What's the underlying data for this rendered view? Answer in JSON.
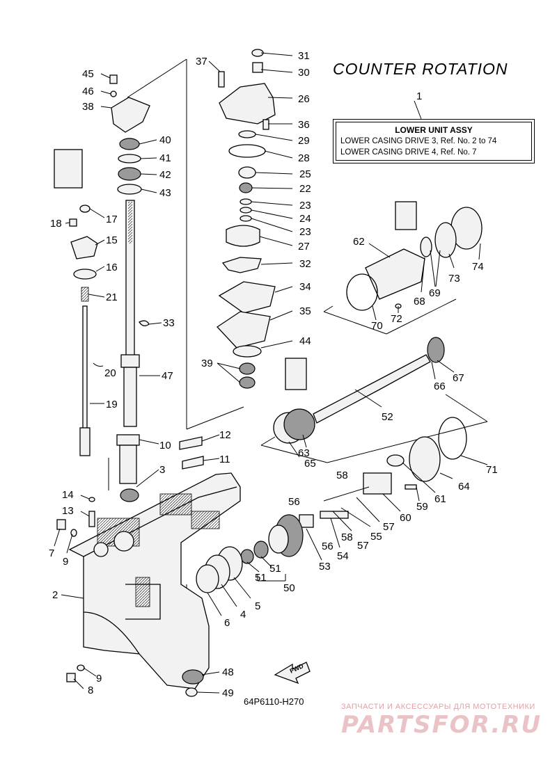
{
  "title": "COUNTER ROTATION",
  "assembly": {
    "ref_number": "1",
    "heading": "LOWER UNIT ASSY",
    "lines": [
      "LOWER CASING DRIVE 3,  Ref. No. 2 to 74",
      "LOWER CASING DRIVE 4,  Ref. No. 7"
    ]
  },
  "drawing_code": "64P6110-H270",
  "fwd_label": "FWD",
  "watermark": {
    "caption": "ЗАПЧАСТИ И АКСЕССУАРЫ ДЛЯ МОТОТЕХНИКИ",
    "brand": "PARTSFOR.RU",
    "color": "#e0a0a5"
  },
  "part_labels": [
    "2",
    "3",
    "4",
    "5",
    "6",
    "7",
    "8",
    "9",
    "9",
    "10",
    "11",
    "12",
    "13",
    "14",
    "15",
    "16",
    "17",
    "18",
    "19",
    "20",
    "21",
    "22",
    "23",
    "23",
    "24",
    "25",
    "26",
    "27",
    "28",
    "29",
    "30",
    "31",
    "32",
    "33",
    "34",
    "35",
    "36",
    "37",
    "38",
    "39",
    "40",
    "41",
    "42",
    "43",
    "44",
    "45",
    "46",
    "47",
    "48",
    "49",
    "50",
    "51",
    "51",
    "52",
    "53",
    "54",
    "55",
    "56",
    "56",
    "57",
    "57",
    "58",
    "58",
    "59",
    "60",
    "61",
    "62",
    "63",
    "64",
    "65",
    "66",
    "67",
    "68",
    "69",
    "70",
    "71",
    "72",
    "73",
    "74"
  ]
}
